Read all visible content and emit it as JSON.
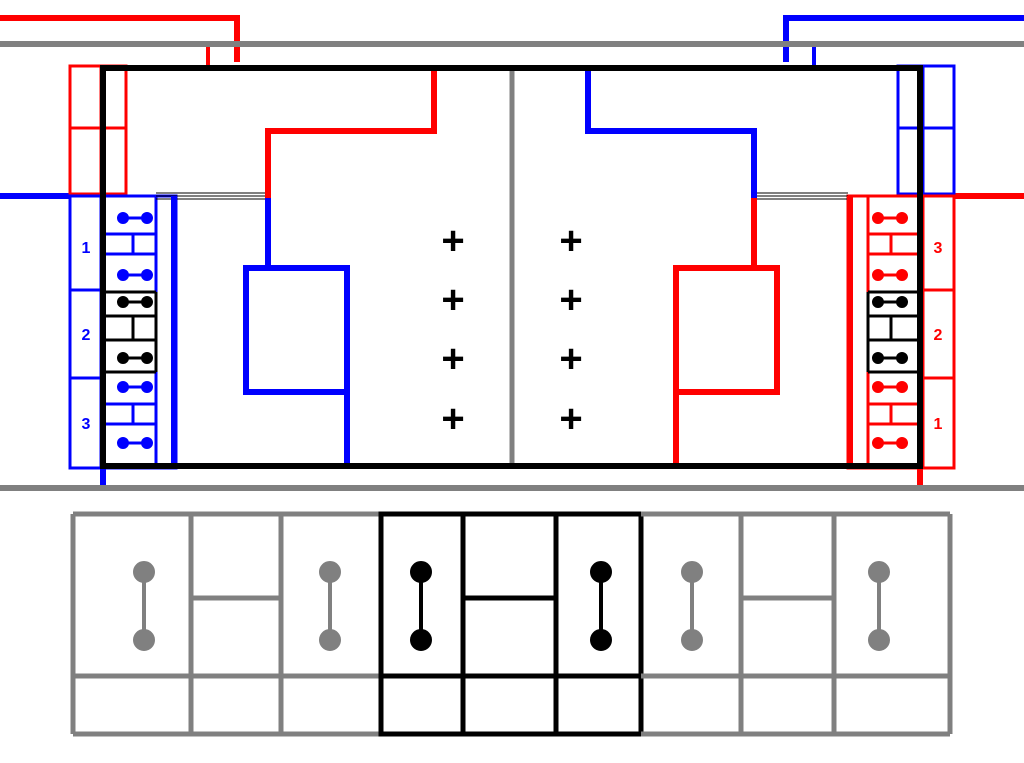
{
  "colors": {
    "red": "#ff0000",
    "blue": "#0000ff",
    "black": "#000000",
    "gray": "#808080",
    "background": "#ffffff"
  },
  "left_slots": {
    "labels": [
      "1",
      "2",
      "3"
    ],
    "color": "#0000ff"
  },
  "right_slots": {
    "labels": [
      "3",
      "2",
      "1"
    ],
    "color": "#ff0000"
  },
  "plus_markers": {
    "symbol": "+",
    "rows_per_side": 4
  },
  "bottom_strip": {
    "groups": [
      {
        "position": "left",
        "color": "#808080"
      },
      {
        "position": "center",
        "color": "#000000"
      },
      {
        "position": "right",
        "color": "#808080"
      }
    ]
  },
  "connector_icons": [
    "horizontal-pin-connector-icon",
    "vertical-pin-connector-icon"
  ]
}
